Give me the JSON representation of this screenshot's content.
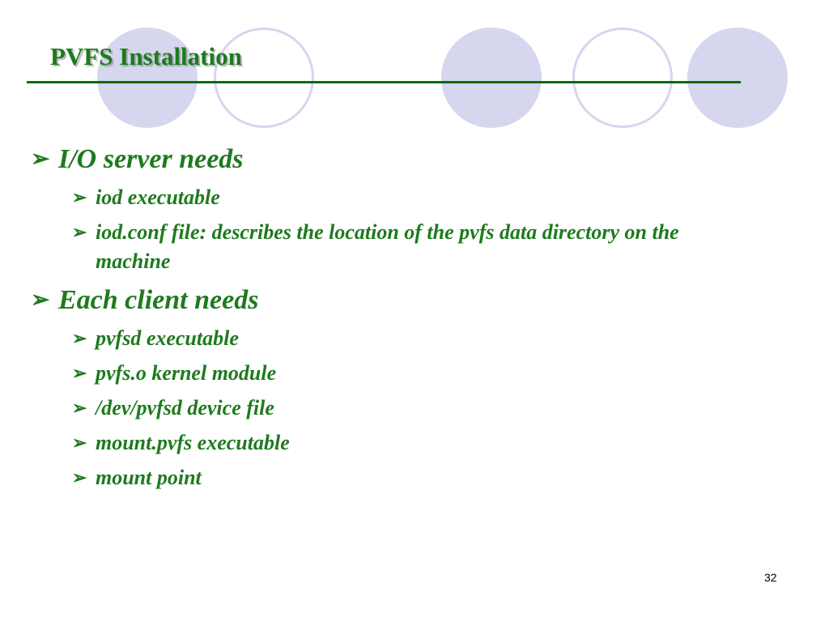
{
  "slide": {
    "title": "PVFS Installation",
    "bullet_glyph": "➢",
    "sections": [
      {
        "heading": "I/O server needs",
        "items": [
          "iod executable",
          "iod.conf file:  describes the location of the pvfs data directory on the machine"
        ]
      },
      {
        "heading": "Each client needs",
        "items": [
          "pvfsd executable",
          "pvfs.o kernel module",
          "/dev/pvfsd device file",
          "mount.pvfs executable",
          "mount point"
        ]
      }
    ],
    "page_number": "32"
  },
  "colors": {
    "text": "#1e7a1e",
    "rule": "#0f6b0f",
    "circles": "#d6d6ee",
    "background": "#ffffff"
  },
  "icons": {
    "bullet": "arrow-bullet-icon",
    "decoration": "circle-decoration"
  }
}
